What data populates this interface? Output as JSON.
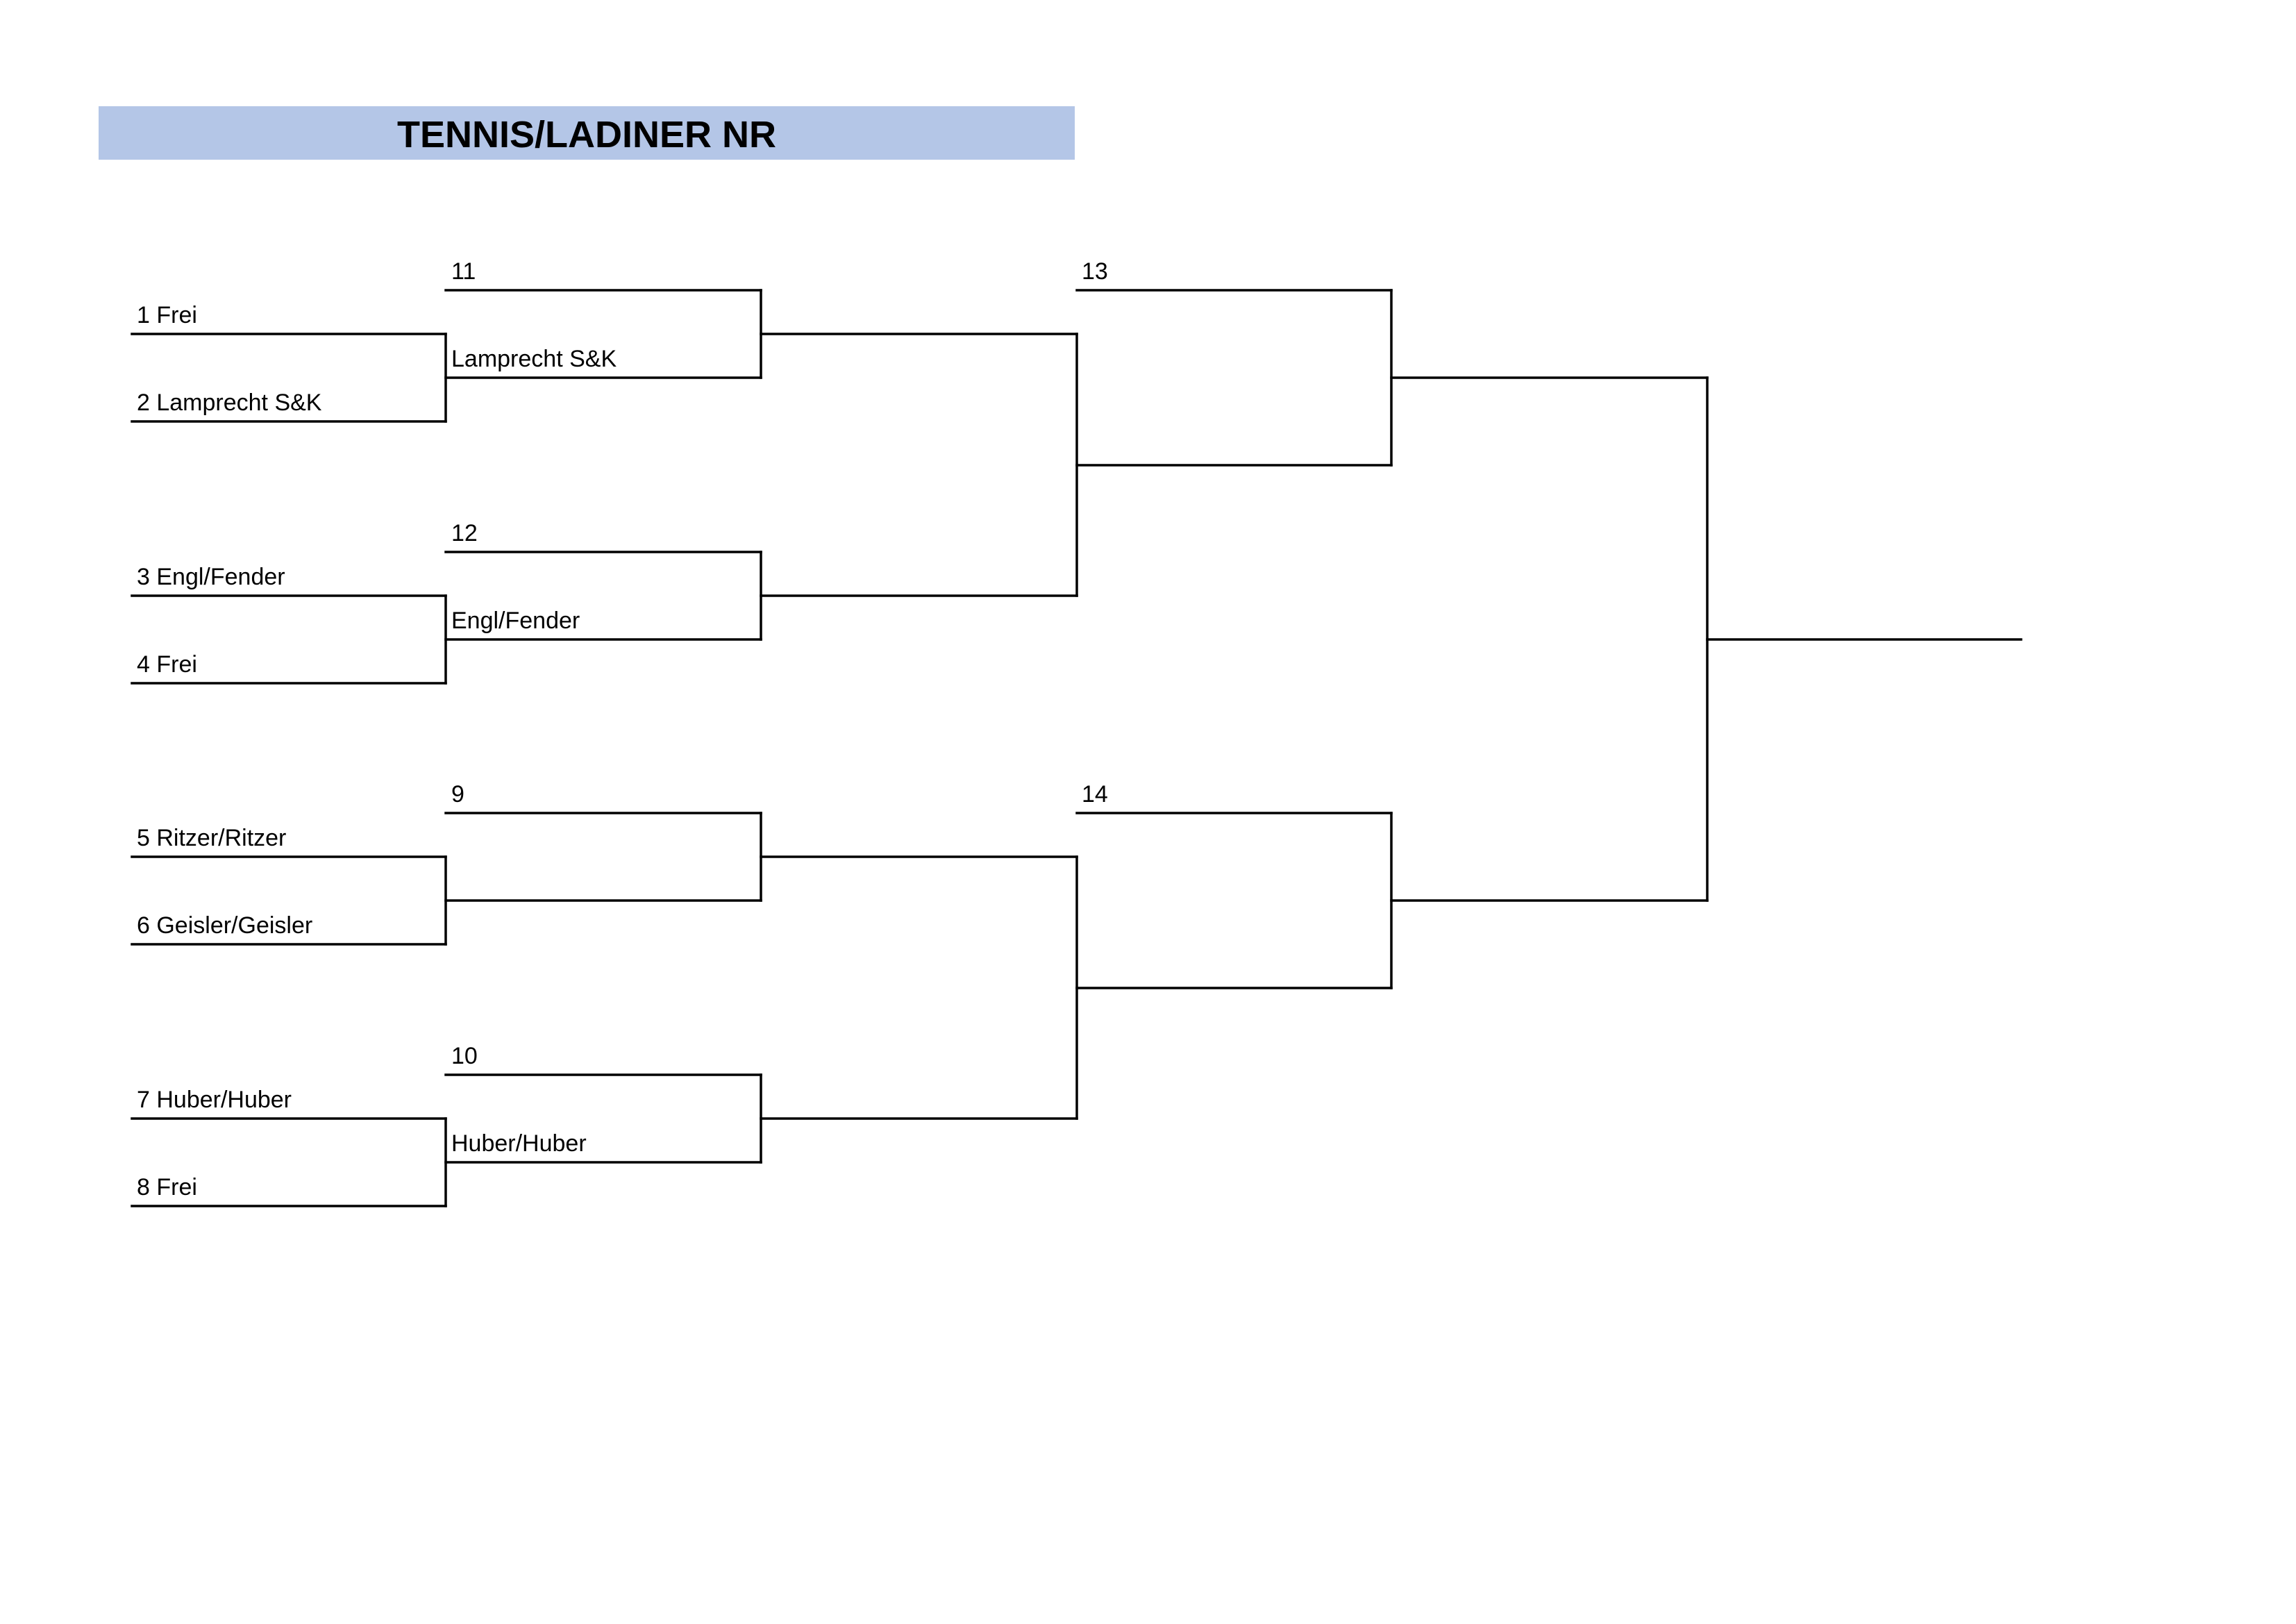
{
  "title": "TENNIS/LADINER NR",
  "round1": [
    {
      "label": "1 Frei"
    },
    {
      "label": "2 Lamprecht S&K"
    },
    {
      "label": "3 Engl/Fender"
    },
    {
      "label": "4 Frei"
    },
    {
      "label": "5 Ritzer/Ritzer"
    },
    {
      "label": "6 Geisler/Geisler"
    },
    {
      "label": "7 Huber/Huber"
    },
    {
      "label": "8 Frei"
    }
  ],
  "round2": [
    {
      "match_number": "11",
      "winner": "Lamprecht S&K"
    },
    {
      "match_number": "12",
      "winner": "Engl/Fender"
    },
    {
      "match_number": "9",
      "winner": ""
    },
    {
      "match_number": "10",
      "winner": "Huber/Huber"
    }
  ],
  "round3": [
    {
      "match_number": "13"
    },
    {
      "match_number": "14"
    }
  ],
  "colors": {
    "title_background": "#b4c6e7",
    "line": "#000000"
  }
}
